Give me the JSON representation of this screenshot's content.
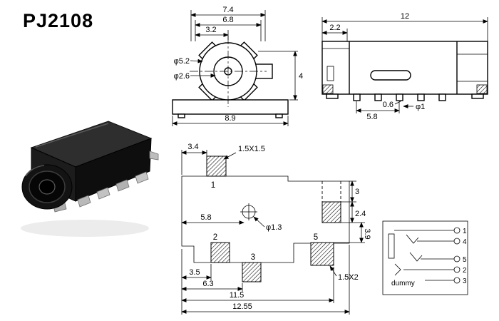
{
  "title": "PJ2108",
  "front_view": {
    "dim_width_outer": "7.4",
    "dim_width_mid": "6.8",
    "dim_width_half": "3.2",
    "dim_outer_dia": "φ5.2",
    "dim_inner_dia": "φ2.6",
    "dim_base_width": "8.9",
    "dim_height": "4"
  },
  "side_view": {
    "dim_length": "12",
    "dim_step": "2.2",
    "dim_pin_span": "5.8",
    "dim_pin_thk": "0.6",
    "dim_pin_dia": "φ1"
  },
  "footprint": {
    "dim_pad1_offset": "3.4",
    "pad1_size": "1.5X1.5",
    "dim_hole_offset": "5.8",
    "hole_dia": "φ1.3",
    "dim_right_top": "3",
    "dim_right_mid": "2.4",
    "dim_right_bot": "3.9",
    "dim_bot_1": "3.5",
    "dim_bot_2": "6.3",
    "dim_bot_3": "11.5",
    "dim_bot_4": "12.55",
    "pad5_size": "1.5X2",
    "pad_labels": {
      "p1": "1",
      "p2": "2",
      "p3": "3",
      "p5": "5"
    }
  },
  "schematic": {
    "pin_labels": [
      "1",
      "4",
      "5",
      "2",
      "3"
    ],
    "dummy_label": "dummy"
  },
  "colors": {
    "line": "#000000",
    "background": "#ffffff"
  }
}
